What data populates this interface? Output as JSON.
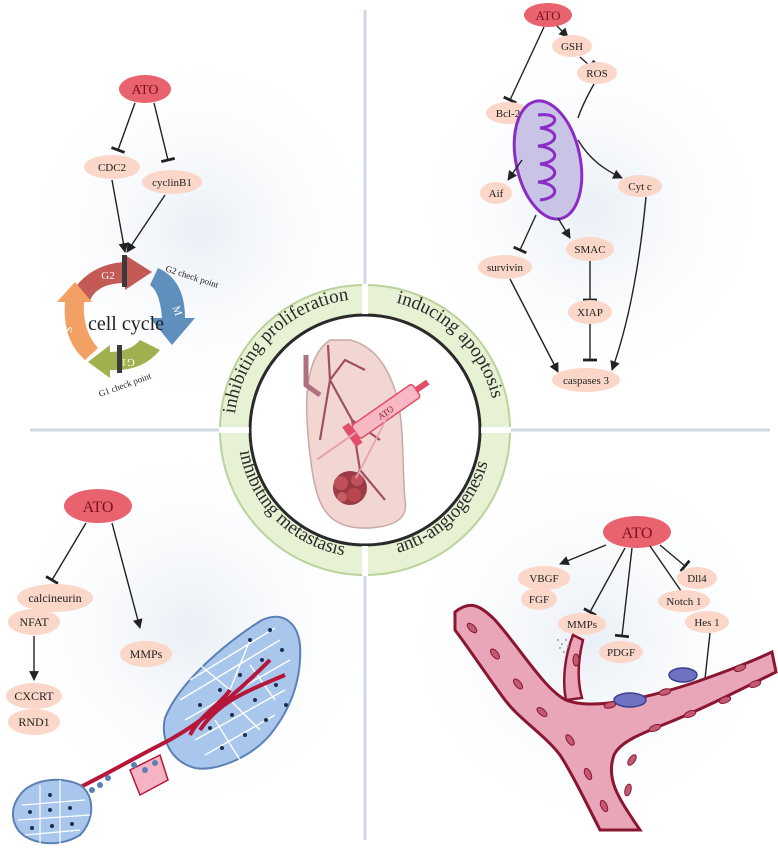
{
  "center": {
    "syringe_label": "ATO"
  },
  "quadrants": {
    "tl": "inhibiting proliferation",
    "tr": "inducing apoptosis",
    "bl": "inhibiting metastasis",
    "br": "anti-angiogenesis"
  },
  "proliferation": {
    "ato": "ATO",
    "cdc2": "CDC2",
    "cyclinb1": "cyclinB1",
    "cell_cycle": "cell cycle",
    "g2": "G2",
    "m": "M",
    "g1": "G1",
    "s": "S",
    "g2_checkpoint": "G2 check point",
    "g1_checkpoint": "G1 check point"
  },
  "apoptosis": {
    "ato": "ATO",
    "gsh": "GSH",
    "ros": "ROS",
    "bcl2": "Bcl-2",
    "aif": "Aif",
    "cytc": "Cyt c",
    "survivin": "survivin",
    "smac": "SMAC",
    "xiap": "XIAP",
    "caspases": "caspases 3"
  },
  "metastasis": {
    "ato": "ATO",
    "calcineurin": "calcineurin",
    "nfat": "NFAT",
    "mmps": "MMPs",
    "cxcrt": "CXCRT",
    "rnd1": "RND1"
  },
  "angiogenesis": {
    "ato": "ATO",
    "vegf": "VBGF",
    "fgf": "FGF",
    "mmps": "MMPs",
    "pdgf": "PDGF",
    "dll4": "Dll4",
    "notch1": "Notch 1",
    "hes1": "Hes 1"
  },
  "colors": {
    "ato_fill": "#e8636e",
    "node_fill": "#fad7c8",
    "ring_fill": "#e6f2d3",
    "ring_stroke": "#b9d39a",
    "vessel": "#e8a6b8",
    "vessel_dark": "#8a1630",
    "tissue": "#a9c7ec",
    "mito_fill": "#c9c4e6",
    "mito_stroke": "#8b2cc4"
  }
}
